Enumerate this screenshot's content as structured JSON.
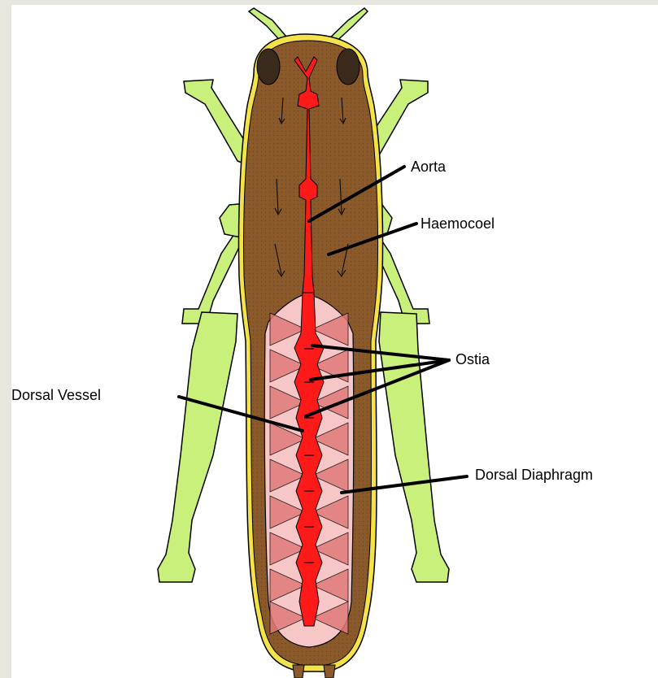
{
  "colors": {
    "page_background": "#e7e7df",
    "panel_background": "#ffffff",
    "legs_and_antennae": "#c9f07a",
    "body_haemocoel": "#8b5a2b",
    "body_margin": "#f3e24a",
    "dorsal_vessel_aorta": "#ff1a1a",
    "dorsal_diaphragm": "#f7c6c6",
    "diaphragm_muscles": "#e07a7a",
    "outline": "#000000"
  },
  "labels": {
    "aorta": "Aorta",
    "haemocoel": "Haemocoel",
    "ostia": "Ostia",
    "dorsal_vessel": "Dorsal Vessel",
    "dorsal_diaphragm": "Dorsal Diaphragm"
  }
}
